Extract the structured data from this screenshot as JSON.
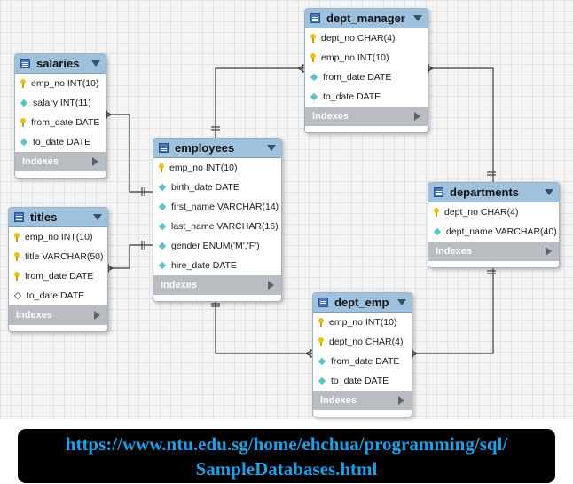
{
  "tables": [
    {
      "id": "salaries",
      "title": "salaries",
      "columns": [
        {
          "icon": "key",
          "text": "emp_no INT(10)"
        },
        {
          "icon": "diamond",
          "text": "salary INT(11)"
        },
        {
          "icon": "key",
          "text": "from_date DATE"
        },
        {
          "icon": "diamond",
          "text": "to_date DATE"
        }
      ],
      "footer": "Indexes"
    },
    {
      "id": "titles",
      "title": "titles",
      "columns": [
        {
          "icon": "key",
          "text": "emp_no INT(10)"
        },
        {
          "icon": "key",
          "text": "title VARCHAR(50)"
        },
        {
          "icon": "key",
          "text": "from_date DATE"
        },
        {
          "icon": "diamond-hollow",
          "text": "to_date DATE"
        }
      ],
      "footer": "Indexes"
    },
    {
      "id": "employees",
      "title": "employees",
      "columns": [
        {
          "icon": "key",
          "text": "emp_no INT(10)"
        },
        {
          "icon": "diamond",
          "text": "birth_date DATE"
        },
        {
          "icon": "diamond",
          "text": "first_name VARCHAR(14)"
        },
        {
          "icon": "diamond",
          "text": "last_name VARCHAR(16)"
        },
        {
          "icon": "diamond",
          "text": "gender ENUM('M','F')"
        },
        {
          "icon": "diamond",
          "text": "hire_date DATE"
        }
      ],
      "footer": "Indexes"
    },
    {
      "id": "dept_manager",
      "title": "dept_manager",
      "columns": [
        {
          "icon": "key",
          "text": "dept_no CHAR(4)"
        },
        {
          "icon": "key",
          "text": "emp_no INT(10)"
        },
        {
          "icon": "diamond",
          "text": "from_date DATE"
        },
        {
          "icon": "diamond",
          "text": "to_date DATE"
        }
      ],
      "footer": "Indexes"
    },
    {
      "id": "departments",
      "title": "departments",
      "columns": [
        {
          "icon": "key",
          "text": "dept_no CHAR(4)"
        },
        {
          "icon": "diamond",
          "text": "dept_name VARCHAR(40)"
        }
      ],
      "footer": "Indexes"
    },
    {
      "id": "dept_emp",
      "title": "dept_emp",
      "columns": [
        {
          "icon": "key",
          "text": "emp_no INT(10)"
        },
        {
          "icon": "key",
          "text": "dept_no CHAR(4)"
        },
        {
          "icon": "diamond",
          "text": "from_date DATE"
        },
        {
          "icon": "diamond",
          "text": "to_date DATE"
        }
      ],
      "footer": "Indexes"
    }
  ],
  "relationships": [
    {
      "from": "employees",
      "to": "salaries",
      "type": "one-to-many"
    },
    {
      "from": "employees",
      "to": "titles",
      "type": "one-to-many"
    },
    {
      "from": "employees",
      "to": "dept_manager",
      "type": "one-to-many"
    },
    {
      "from": "departments",
      "to": "dept_manager",
      "type": "one-to-many"
    },
    {
      "from": "employees",
      "to": "dept_emp",
      "type": "one-to-many"
    },
    {
      "from": "departments",
      "to": "dept_emp",
      "type": "one-to-many"
    }
  ],
  "colors": {
    "header": "#9ec1dd",
    "footer": "#b9bcc0",
    "key": "#e6c21a",
    "column_diamond": "#5fc2c9",
    "banner_text": "#1ea0e8",
    "banner_bg": "#000000"
  },
  "banner": {
    "line1": "https://www.ntu.edu.sg/home/ehchua/programming/sql/",
    "line2": "SampleDatabases.html"
  }
}
